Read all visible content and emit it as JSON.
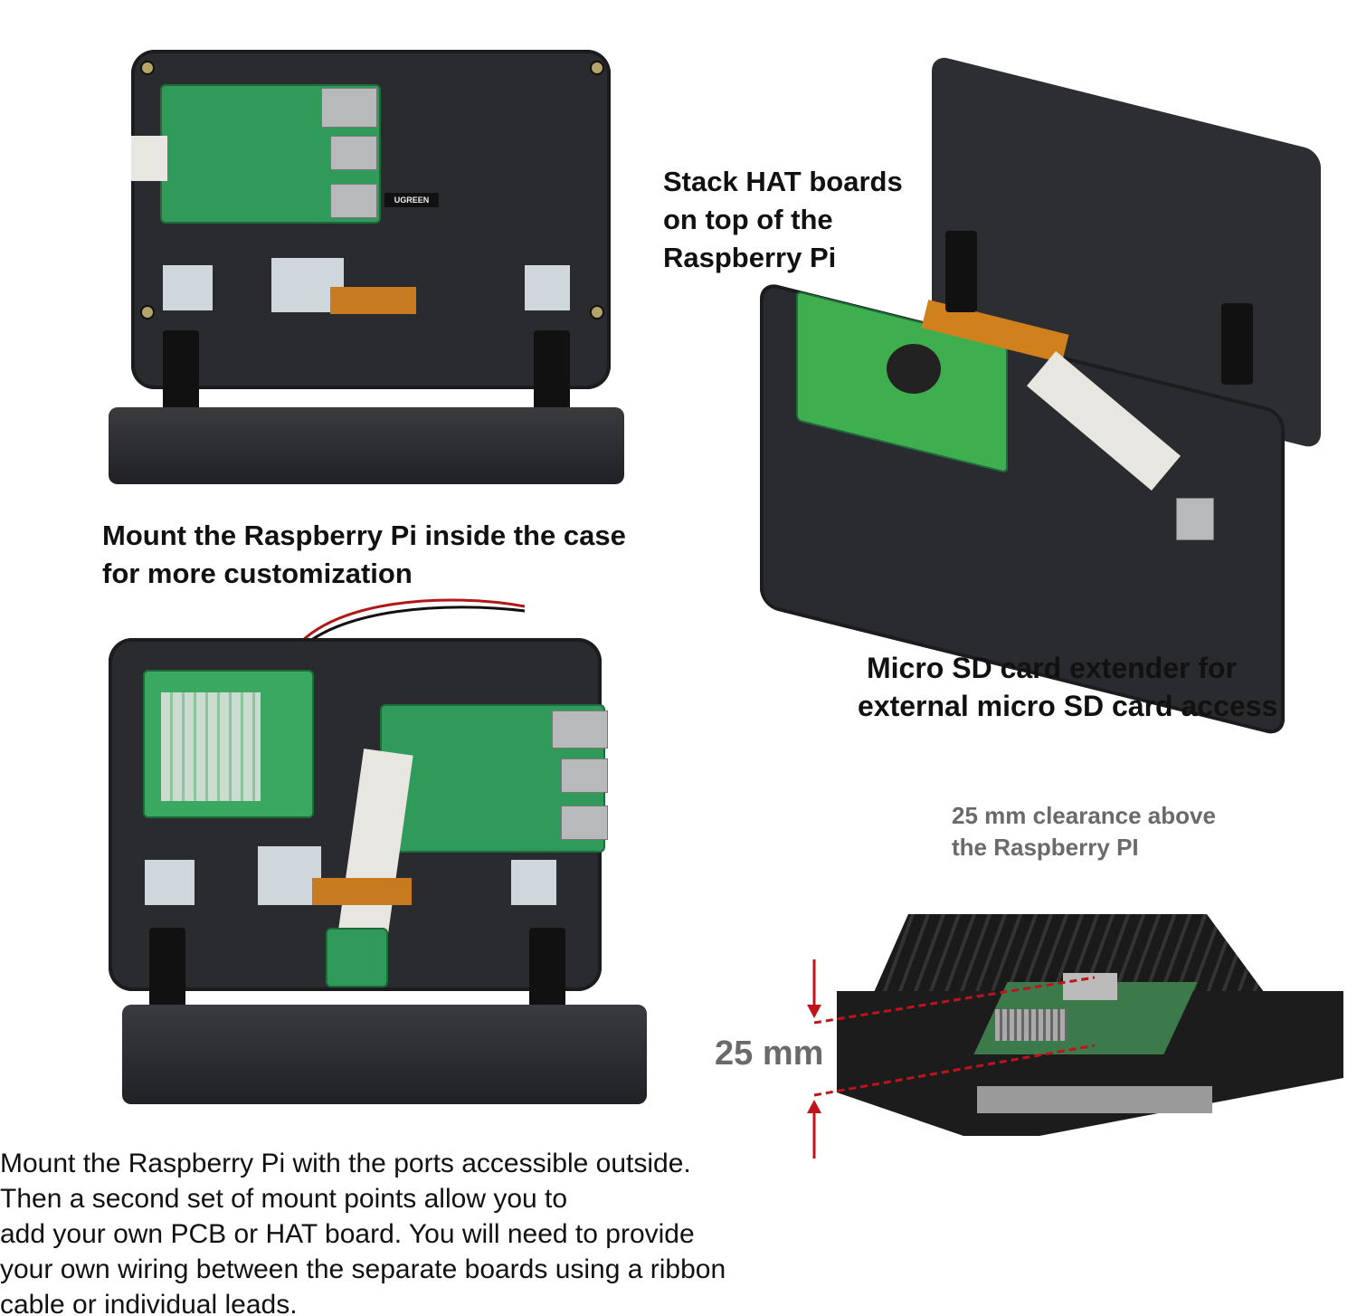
{
  "captions": {
    "stack_hat": [
      "Stack HAT boards",
      "on top of the",
      "Raspberry Pi"
    ],
    "mount_inside": [
      "Mount the Raspberry Pi inside the case",
      "for more customization"
    ],
    "micro_sd": [
      "Micro SD card extender for",
      "external micro SD card access"
    ],
    "clearance": [
      "25 mm clearance above",
      "the Raspberry PI"
    ],
    "dimension": "25 mm",
    "mount_outside": [
      "Mount the Raspberry Pi with the ports accessible outside.",
      "Then a second set of mount points allow you to",
      "add your own PCB or HAT board. You will need to provide",
      "your own wiring between the separate boards using a ribbon",
      "cable or individual leads."
    ]
  },
  "photo_labels": {
    "cable_brand": "UGREEN"
  },
  "colors": {
    "case": "#2a2b2e",
    "pcb": "#2f9a5a",
    "arrow": "#c0141c",
    "gray_text": "#6a6a6a"
  }
}
